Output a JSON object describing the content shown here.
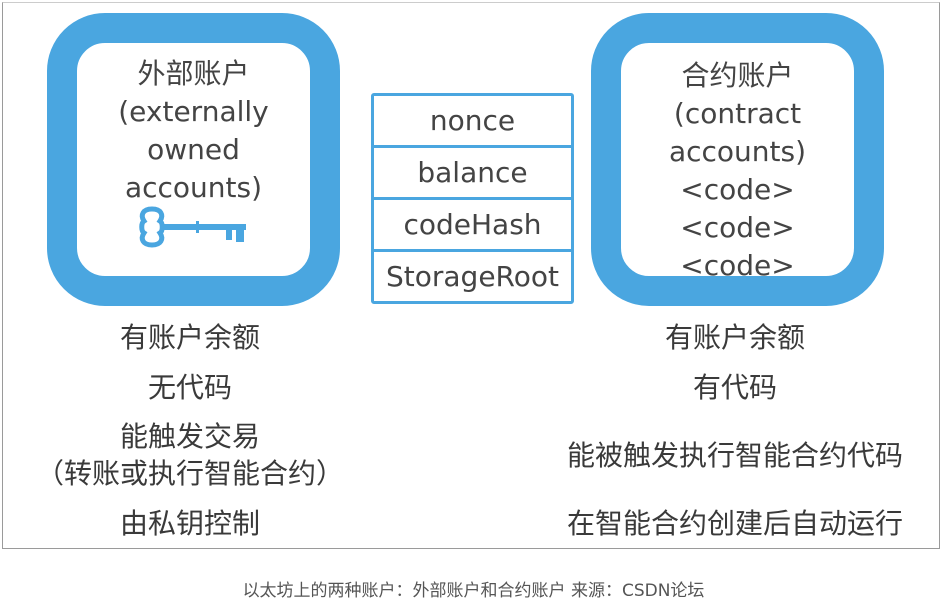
{
  "eoa": {
    "title_lines": [
      "外部账户",
      "(externally",
      "owned",
      "accounts)"
    ],
    "icon": "key-icon",
    "features": [
      "有账户余额",
      "无代码",
      "能触发交易",
      "（转账或执行智能合约）",
      "由私钥控制"
    ]
  },
  "contract": {
    "title_lines": [
      "合约账户",
      "(contract",
      "accounts)",
      "<code>",
      "<code>",
      "<code>"
    ],
    "features": [
      "有账户余额",
      "有代码",
      "能被触发执行智能合约代码",
      "在智能合约创建后自动运行"
    ]
  },
  "state_fields": [
    "nonce",
    "balance",
    "codeHash",
    "StorageRoot"
  ],
  "caption": "以太坊上的两种账户：外部账户和合约账户  来源：CSDN论坛",
  "colors": {
    "accent": "#4aa6e0",
    "text": "#3a3a3a"
  }
}
